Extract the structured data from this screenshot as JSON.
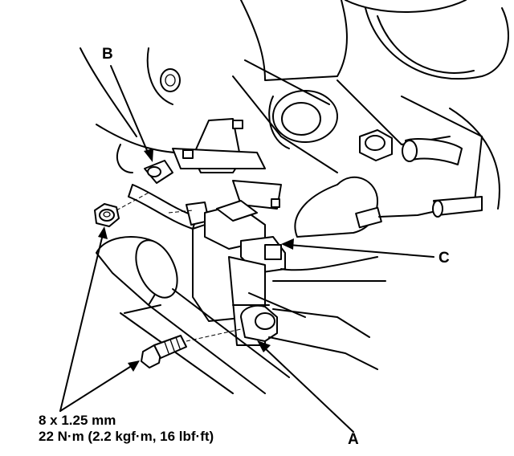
{
  "callouts": {
    "a": "A",
    "b": "B",
    "c": "C"
  },
  "fastener_spec": {
    "size": "8 x 1.25 mm",
    "torque": "22 N·m (2.2 kgf·m, 16 lbf·ft)"
  },
  "icons": [
    "engine-block-drawing",
    "sensor-connector-drawing",
    "flange-nut-drawing",
    "flange-bolt-drawing",
    "hose-drawing"
  ]
}
